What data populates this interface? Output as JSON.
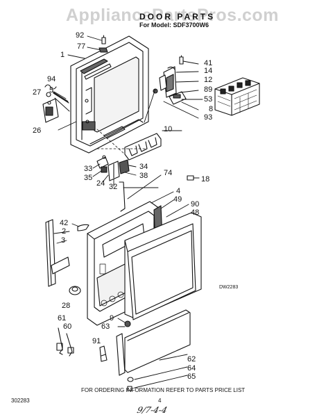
{
  "watermark": "AppliancePartsPros.com",
  "title": "DOOR PARTS",
  "subtitle": "For Model: SDF3700W6",
  "part_labels": {
    "p92": "92",
    "p77": "77",
    "p1": "1",
    "p94": "94",
    "p27": "27",
    "p5": "5",
    "p26": "26",
    "p41": "41",
    "p14": "14",
    "p12": "12",
    "p89": "89",
    "p53": "53",
    "p8": "8",
    "p93": "93",
    "p10": "10",
    "p33": "33",
    "p35": "35",
    "p24": "24",
    "p32": "32",
    "p34": "34",
    "p38": "38",
    "p74": "74",
    "p18": "18",
    "p4": "4",
    "p49": "49",
    "p90": "90",
    "p48": "48",
    "p42": "42",
    "p2": "2",
    "p3": "3",
    "p28": "28",
    "p61": "61",
    "p60": "60",
    "p9": "9",
    "p63": "63",
    "p91": "91",
    "p62": "62",
    "p64": "64",
    "p65": "65"
  },
  "diagram_code": "DW2283",
  "footer_note": "FOR ORDERING INFORMATION REFER TO PARTS PRICE LIST",
  "doc_number": "302283",
  "page_number": "4",
  "signature": "9/7-4-4"
}
